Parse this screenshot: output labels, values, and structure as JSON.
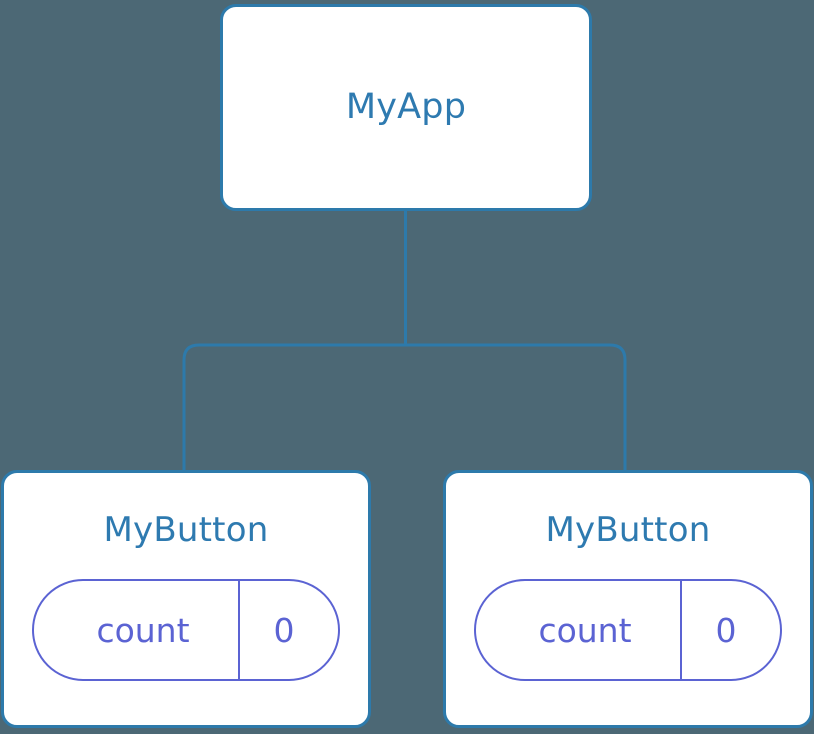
{
  "diagram": {
    "type": "component-tree",
    "background_color": "#4c6875",
    "node_border_color": "#2d7aab",
    "node_label_color": "#2e7ab0",
    "state_accent_color": "#5b63d3",
    "edge_color": "#2d7aab",
    "root": {
      "label": "MyApp"
    },
    "children": [
      {
        "label": "MyButton",
        "state": {
          "key": "count",
          "value": "0"
        }
      },
      {
        "label": "MyButton",
        "state": {
          "key": "count",
          "value": "0"
        }
      }
    ]
  }
}
